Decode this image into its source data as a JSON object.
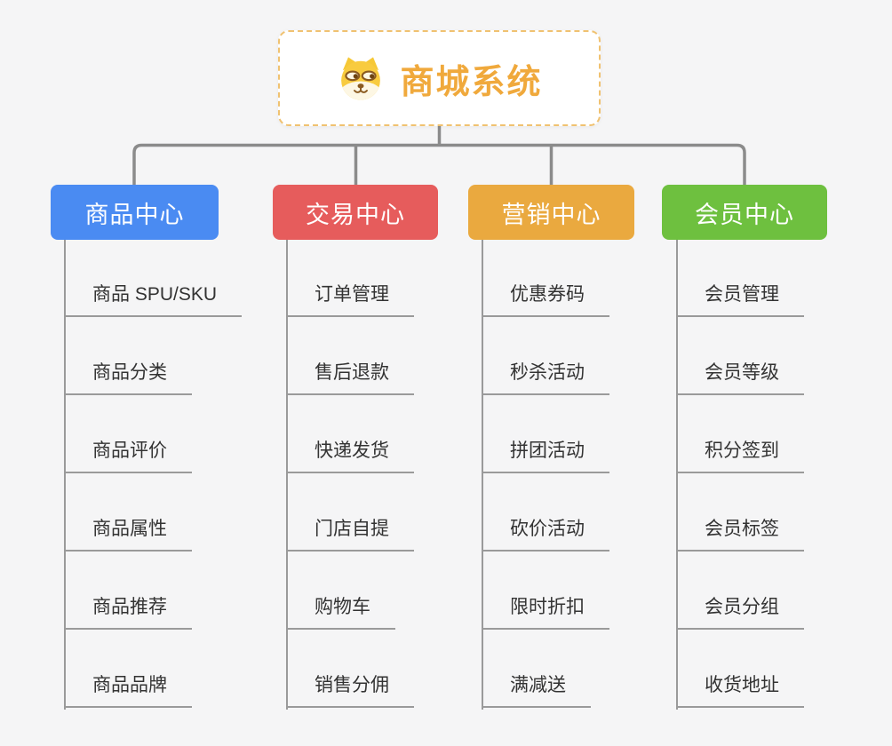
{
  "root": {
    "title": "商城系统",
    "icon": "dog-face-icon"
  },
  "branches": [
    {
      "label": "商品中心",
      "color": "#4a8bf2",
      "items": [
        "商品 SPU/SKU",
        "商品分类",
        "商品评价",
        "商品属性",
        "商品推荐",
        "商品品牌"
      ]
    },
    {
      "label": "交易中心",
      "color": "#e65c5c",
      "items": [
        "订单管理",
        "售后退款",
        "快递发货",
        "门店自提",
        "购物车",
        "销售分佣"
      ]
    },
    {
      "label": "营销中心",
      "color": "#eaa93f",
      "items": [
        "优惠券码",
        "秒杀活动",
        "拼团活动",
        "砍价活动",
        "限时折扣",
        "满减送"
      ]
    },
    {
      "label": "会员中心",
      "color": "#6ec03f",
      "items": [
        "会员管理",
        "会员等级",
        "积分签到",
        "会员标签",
        "会员分组",
        "收货地址"
      ]
    }
  ],
  "colors": {
    "background": "#f5f5f6",
    "connector": "#8b8b8b",
    "leaf_line": "#9a9a9a",
    "root_title": "#f0a93c",
    "root_border": "#f0c271"
  }
}
